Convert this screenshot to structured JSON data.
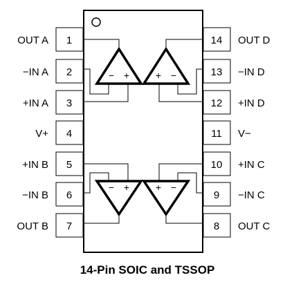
{
  "package": {
    "caption": "14-Pin SOIC and TSSOP"
  },
  "left_pins": [
    {
      "number": "1",
      "label": "OUT A"
    },
    {
      "number": "2",
      "label": "−IN A"
    },
    {
      "number": "3",
      "label": "+IN A"
    },
    {
      "number": "4",
      "label": "V+"
    },
    {
      "number": "5",
      "label": "+IN B"
    },
    {
      "number": "6",
      "label": "−IN B"
    },
    {
      "number": "7",
      "label": "OUT B"
    }
  ],
  "right_pins": [
    {
      "number": "14",
      "label": "OUT D"
    },
    {
      "number": "13",
      "label": "−IN D"
    },
    {
      "number": "12",
      "label": "+IN D"
    },
    {
      "number": "11",
      "label": "V−"
    },
    {
      "number": "10",
      "label": "+IN C"
    },
    {
      "number": "9",
      "label": "−IN C"
    },
    {
      "number": "8",
      "label": "OUT C"
    }
  ],
  "amplifiers": {
    "a": {
      "minus": "−",
      "plus": "+"
    },
    "d": {
      "plus": "+",
      "minus": "−"
    },
    "b": {
      "minus": "−",
      "plus": "+"
    },
    "c": {
      "plus": "+",
      "minus": "−"
    }
  }
}
